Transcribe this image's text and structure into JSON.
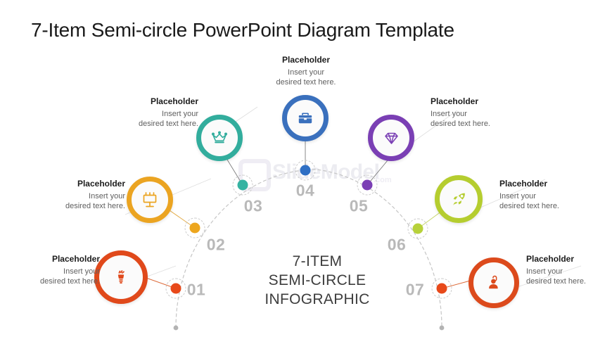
{
  "slide": {
    "title": "7-Item Semi-circle PowerPoint Diagram Template",
    "center_line1": "7-ITEM",
    "center_line2": "SEMI-CIRCLE",
    "center_line3": "INFOGRAPHIC",
    "background_color": "#ffffff",
    "title_color": "#1a1a1a"
  },
  "watermark": {
    "text": "SlideModel",
    "suffix": ".com"
  },
  "common": {
    "placeholder_heading": "Placeholder",
    "body_line1": "Insert your",
    "body_line2": "desired text here."
  },
  "items": [
    {
      "number": "01",
      "icon": "lightbulb-icon",
      "color": "#e24b16",
      "heading": "Placeholder",
      "body_line1": "Insert your",
      "body_line2": "desired text here.",
      "align": "right"
    },
    {
      "number": "02",
      "icon": "billboard-icon",
      "color": "#eda61e",
      "heading": "Placeholder",
      "body_line1": "Insert your",
      "body_line2": "desired text here.",
      "align": "right"
    },
    {
      "number": "03",
      "icon": "crown-icon",
      "color": "#2ea89a",
      "heading": "Placeholder",
      "body_line1": "Insert your",
      "body_line2": "desired text here.",
      "align": "right"
    },
    {
      "number": "04",
      "icon": "briefcase-icon",
      "color": "#3a70bd",
      "heading": "Placeholder",
      "body_line1": "Insert your",
      "body_line2": "desired text here.",
      "align": "center"
    },
    {
      "number": "05",
      "icon": "diamond-icon",
      "color": "#7b3fb5",
      "heading": "Placeholder",
      "body_line1": "Insert your",
      "body_line2": "desired text here.",
      "align": "left"
    },
    {
      "number": "06",
      "icon": "rocket-icon",
      "color": "#b0ca27",
      "heading": "Placeholder",
      "body_line1": "Insert your",
      "body_line2": "desired text here.",
      "align": "left"
    },
    {
      "number": "07",
      "icon": "support-agent-icon",
      "color": "#dd4c1c",
      "heading": "Placeholder",
      "body_line1": "Insert your",
      "body_line2": "desired text here.",
      "align": "left"
    }
  ]
}
